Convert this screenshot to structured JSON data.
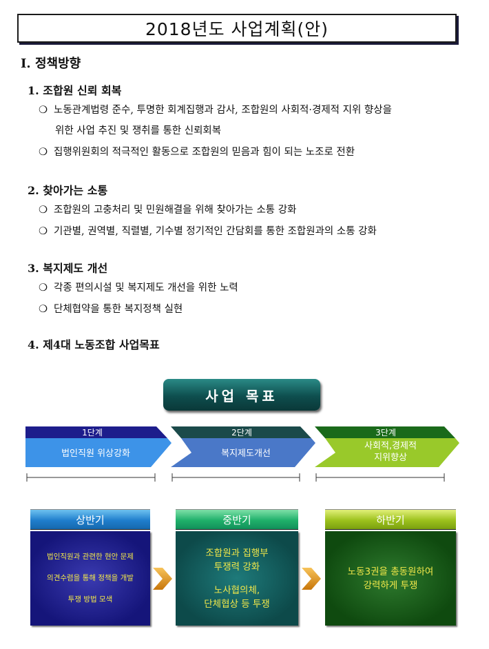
{
  "title": "2018년도 사업계획(안)",
  "roman_heading": "Ⅰ. 정책방향",
  "sections": [
    {
      "heading": "1. 조합원 신뢰 회복",
      "bullets": [
        [
          "노동관계법령 준수, 투명한 회계집행과 감사, 조합원의 사회적·경제적 지위 향상을",
          "위한 사업 추진 및 쟁취를 통한 신뢰회복"
        ],
        [
          "집행위원회의 적극적인 활동으로 조합원의 믿음과 힘이 되는 노조로 전환"
        ]
      ]
    },
    {
      "heading": "2. 찾아가는 소통",
      "bullets": [
        [
          "조합원의 고충처리 및 민원해결을 위해 찾아가는 소통 강화"
        ],
        [
          "기관별, 권역별, 직렬별, 기수별 정기적인 간담회를 통한 조합원과의 소통 강화"
        ]
      ]
    },
    {
      "heading": "3. 복지제도 개선",
      "bullets": [
        [
          "각종 편의시설 및 복지제도 개선을 위한 노력"
        ],
        [
          "단체협약을 통한 복지정책 실현"
        ]
      ]
    },
    {
      "heading": "4. 제4대 노동조합 사업목표",
      "bullets": []
    }
  ],
  "bullet_symbol": "❍",
  "diagram": {
    "goal_button": "사업 목표",
    "stages": [
      {
        "label": "1단계",
        "text": [
          "법인직원 위상강화"
        ],
        "head_color": "#1d1d8c",
        "body_color": "#3d93e8"
      },
      {
        "label": "2단계",
        "text": [
          "복지제도개선"
        ],
        "head_color": "#1b4a4a",
        "body_color": "#4a78c8"
      },
      {
        "label": "3단계",
        "text": [
          "사회적,경제적",
          "지위향상"
        ],
        "head_color": "#1a6a1a",
        "body_color": "#99c92a"
      }
    ],
    "phases": [
      {
        "title": "상반기",
        "lines": [
          "법인직원과 관련한 현안 문제",
          "의견수렴을 통해 정책을 개발",
          "투쟁 방법 모색"
        ]
      },
      {
        "title": "중반기",
        "lines": [
          "조합원과 집행부",
          "투쟁력 강화",
          "",
          "노사협의체,",
          "단체협상 등 투쟁"
        ]
      },
      {
        "title": "하반기",
        "lines": [
          "노동3권을 총동원하여",
          "강력하게 투쟁"
        ]
      }
    ]
  }
}
